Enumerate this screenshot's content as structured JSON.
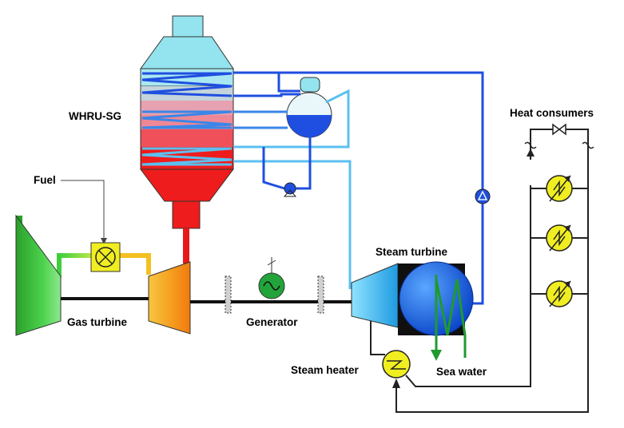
{
  "labels": {
    "whru": "WHRU-SG",
    "fuel": "Fuel",
    "gas_turbine": "Gas turbine",
    "generator": "Generator",
    "steam_turbine": "Steam turbine",
    "steam_heater": "Steam heater",
    "sea_water": "Sea water",
    "heat_consumers": "Heat consumers"
  },
  "colors": {
    "steam_line": "#3b86e8",
    "feed_line": "#1f4fe0",
    "light_line": "#5cc0f0",
    "exhaust": "#e81818",
    "fuel_line": "#33cc33",
    "sea_water": "#1f9a2f",
    "heater": "#f0ee20",
    "generator": "#22a43a"
  },
  "icons": {
    "fuel_valve": "cross-valve-icon",
    "generator": "sine-wave-icon",
    "pump": "circle-pump-icon",
    "consumer": "heat-exchanger-icon",
    "valve": "bowtie-valve-icon"
  }
}
